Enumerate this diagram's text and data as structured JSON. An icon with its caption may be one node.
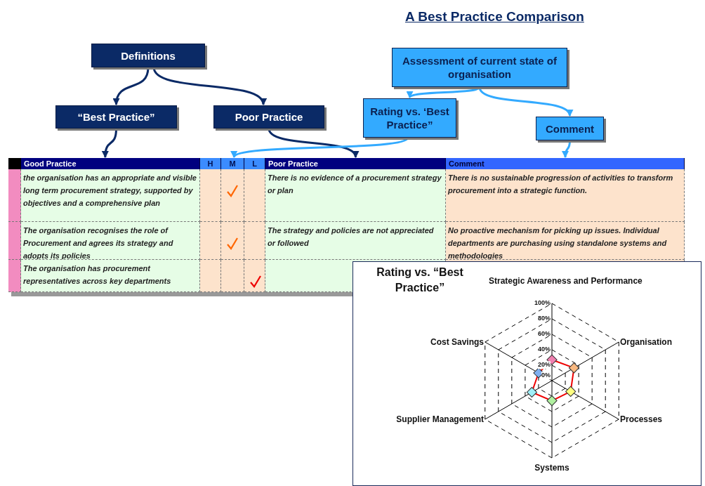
{
  "diagram": {
    "title": "A Best Practice Comparison",
    "nodes": [
      {
        "text": [
          "Definitions"
        ]
      },
      {
        "text": [
          "“Best Practice”"
        ]
      },
      {
        "text": [
          "Poor Practice"
        ]
      },
      {
        "text": [
          "Assessment of current state of organisation"
        ]
      },
      {
        "text": [
          "Rating vs. ‘Best Practice”"
        ]
      },
      {
        "text": [
          "Comment"
        ]
      },
      {
        "text": [
          "Good Practice"
        ]
      },
      {
        "text": [
          "M"
        ]
      },
      {
        "text": [
          "Poor Practice"
        ]
      },
      {
        "text": [
          "Comment"
        ]
      },
      {
        "text": [
          "Rating vs. “Best Practice”"
        ]
      },
      {
        "text": [
          "H"
        ]
      },
      {
        "text": [
          "L"
        ]
      }
    ],
    "edges": [
      {
        "from": 0,
        "to": 1,
        "arrow": "to"
      },
      {
        "from": 0,
        "to": 2,
        "arrow": "to"
      },
      {
        "from": 1,
        "to": 6,
        "arrow": "to"
      },
      {
        "from": 2,
        "to": 8,
        "arrow": "to"
      },
      {
        "from": 3,
        "to": 4,
        "arrow": "to",
        "color": "#33aaff"
      },
      {
        "from": 3,
        "to": 5,
        "arrow": "to",
        "color": "#33aaff"
      },
      {
        "from": 4,
        "to": 7,
        "arrow": "to",
        "color": "#33aaff"
      },
      {
        "from": 5,
        "to": 9,
        "arrow": "to",
        "color": "#33aaff"
      }
    ],
    "labels": [
      "the organisation has an appropriate and visible long term procurement strategy, supported by objectives and a comprehensive plan",
      "There is no evidence of a procurement strategy or plan",
      "There is no sustainable progression of activities to transform procurement into a strategic function.",
      "The organisation recognises the role of Procurement and agrees its strategy and adopts its policies",
      "The strategy and policies are not appreciated or followed",
      "No proactive mechanism for picking up issues. Individual departments are purchasing using standalone systems and methodologies",
      "The organisation has procurement representatives across key departments",
      "Strategic Awareness and Performance",
      "100%",
      "80%",
      "60%",
      "40%",
      "Cost Savings",
      "Organisation",
      "20%",
      "0%",
      "Supplier Management",
      "Processes",
      "Systems"
    ]
  }
}
